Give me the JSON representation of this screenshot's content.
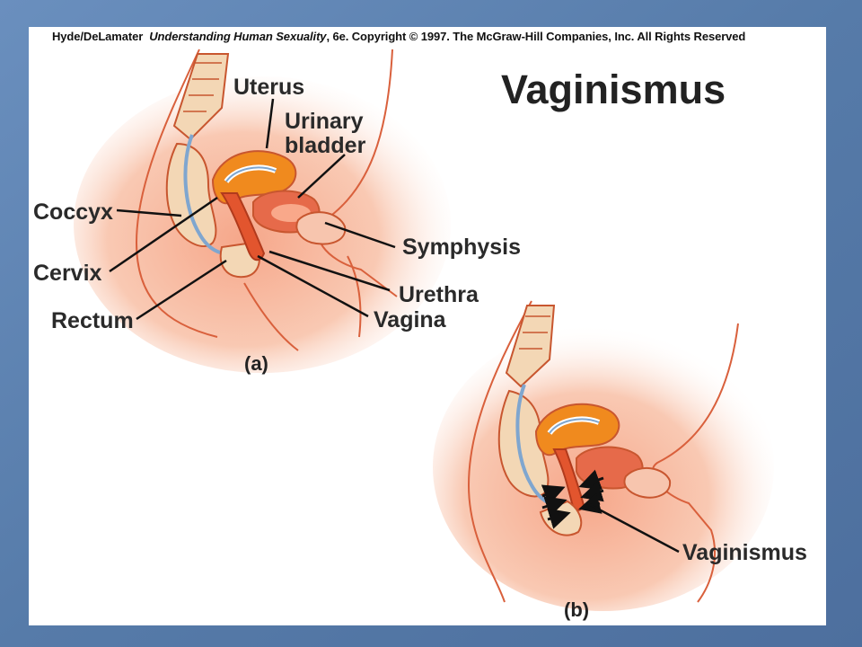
{
  "credit": {
    "authors": "Hyde/DeLamater",
    "book": "Understanding Human Sexuality",
    "rest": ", 6e.  Copyright © 1997. The McGraw-Hill Companies, Inc. All Rights Reserved"
  },
  "title": "Vaginismus",
  "panel_a": {
    "caption": "(a)",
    "labels": {
      "uterus": "Uterus",
      "urinary": "Urinary",
      "bladder": "bladder",
      "coccyx": "Coccyx",
      "cervix": "Cervix",
      "rectum": "Rectum",
      "symphysis": "Symphysis",
      "urethra": "Urethra",
      "vagina": "Vagina"
    }
  },
  "panel_b": {
    "caption": "(b)",
    "labels": {
      "vaginismus": "Vaginismus"
    }
  },
  "colors": {
    "slide_background": "#5b7fae",
    "tissue": "#f6b496",
    "muscle": "#e2552e",
    "uterus_outline": "#f08a1e",
    "bone": "#f3d7b5"
  }
}
